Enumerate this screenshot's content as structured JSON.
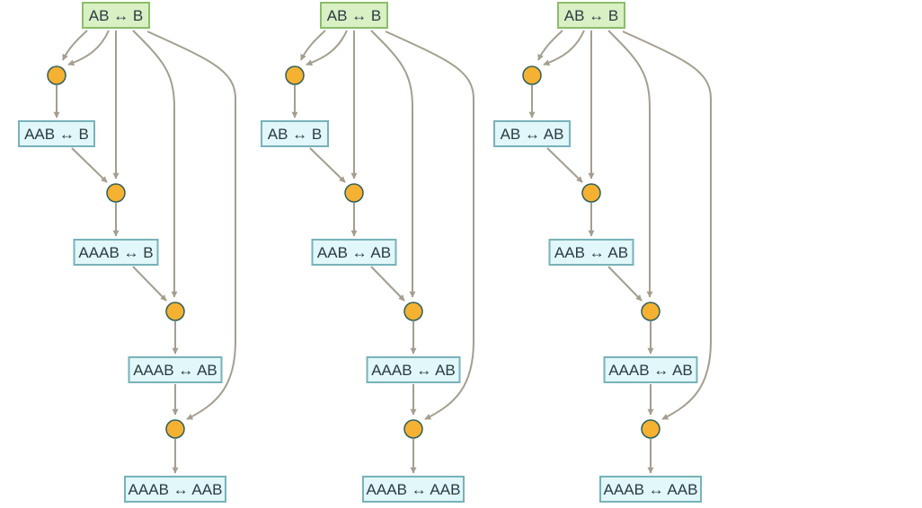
{
  "diagrams": [
    {
      "root": "AB ↔ B",
      "levels": [
        "AAB ↔ B",
        "AAAB ↔ B",
        "AAAB ↔ AB",
        "AAAB ↔ AAB"
      ]
    },
    {
      "root": "AB ↔ B",
      "levels": [
        "AB ↔ B",
        "AAB ↔ AB",
        "AAAB ↔ AB",
        "AAAB ↔ AAB"
      ]
    },
    {
      "root": "AB ↔ B",
      "levels": [
        "AB ↔ AB",
        "AAB ↔ AB",
        "AAAB ↔ AB",
        "AAAB ↔ AAB"
      ]
    }
  ],
  "colors": {
    "edge": "#a59e8f",
    "event_fill": "#f5b132",
    "event_stroke": "#2e5f5a",
    "root_fill": "#d9f0c4",
    "root_stroke": "#8cbd6a",
    "state_fill": "#e1f7f9",
    "state_stroke": "#78b2b9"
  }
}
